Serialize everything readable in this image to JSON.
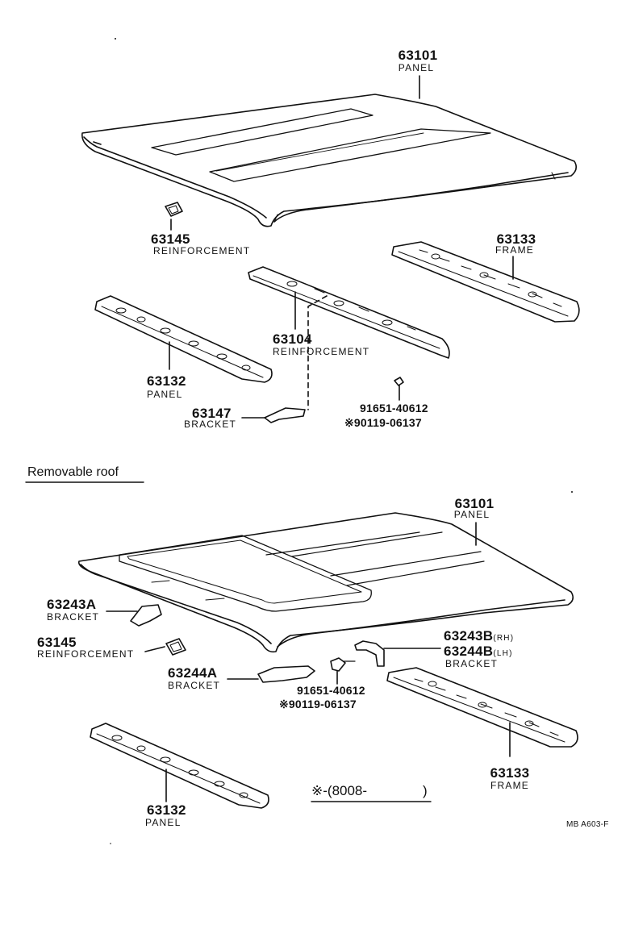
{
  "fixed_roof": {
    "panel": {
      "number": "63101",
      "name": "PANEL"
    },
    "reinforcement_small": {
      "number": "63145",
      "name": "REINFORCEMENT"
    },
    "frame": {
      "number": "63133",
      "name": "FRAME"
    },
    "reinforcement": {
      "number": "63104",
      "name": "REINFORCEMENT"
    },
    "rear_panel": {
      "number": "63132",
      "name": "PANEL"
    },
    "bracket": {
      "number": "63147",
      "name": "BRACKET"
    },
    "bolt": {
      "part1": "91651-40612",
      "part2": "※90119-06137"
    }
  },
  "removable_roof": {
    "section_title": "Removable roof",
    "panel": {
      "number": "63101",
      "name": "PANEL"
    },
    "bracket_a": {
      "number": "63243A",
      "name": "BRACKET"
    },
    "reinforcement": {
      "number": "63145",
      "name": "REINFORCEMENT"
    },
    "bracket_b": {
      "number_rh": "63243B",
      "rh": "(RH)",
      "number_lh": "63244B",
      "lh": "(LH)",
      "name": "BRACKET"
    },
    "bracket_c": {
      "number": "63244A",
      "name": "BRACKET"
    },
    "bolt": {
      "part1": "91651-40612",
      "part2": "※90119-06137"
    },
    "frame": {
      "number": "63133",
      "name": "FRAME"
    },
    "rear_panel": {
      "number": "63132",
      "name": "PANEL"
    }
  },
  "footnote": {
    "text": "※-(8008-",
    "close": ")"
  },
  "figure_code": "MB A603-F"
}
